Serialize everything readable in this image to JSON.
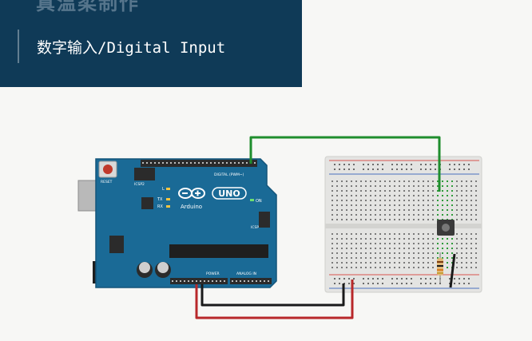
{
  "banner": {
    "overlay_title": "真温柔制作",
    "lesson_title": "数字输入/Digital Input"
  },
  "arduino": {
    "board_name": "UNO",
    "brand": "Arduino",
    "reset_label": "RESET",
    "icsp2_label": "ICSP2",
    "digital_label": "DIGITAL (PWM~)",
    "power_label": "POWER",
    "analog_label": "ANALOG IN",
    "led_labels": [
      "L",
      "TX",
      "RX"
    ],
    "on_label": "ON",
    "icsp_label": "ICSP"
  },
  "colors": {
    "banner_bg": "#0f3a57",
    "board": "#1a6a96",
    "wire_signal": "#1f8e2d",
    "wire_gnd": "#1a1a1a",
    "wire_5v": "#b8282a"
  }
}
